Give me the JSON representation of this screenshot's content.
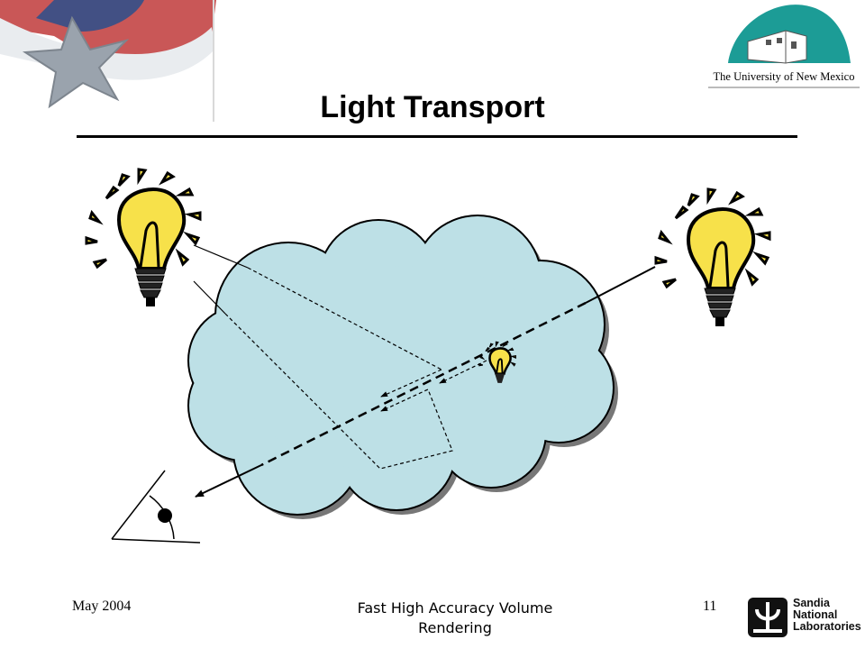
{
  "slide": {
    "title": "Light Transport",
    "footer": {
      "date": "May 2004",
      "title": "Fast High Accuracy Volume Rendering",
      "page_number": "11"
    },
    "logos": {
      "university": "The University of New Mexico",
      "lab_lines": [
        "Sandia",
        "National",
        "Laboratories"
      ]
    }
  },
  "colors": {
    "cloud_fill": "#bde0e6",
    "bulb_yellow": "#f7e14a",
    "unm_teal": "#1c9c96",
    "flag_red": "#c03a3a",
    "flag_blue": "#2a4f8c"
  },
  "icons": [
    "light-bulb-icon",
    "eye-icon",
    "star-icon",
    "unm-building-icon",
    "sandia-thunderbird-icon"
  ]
}
